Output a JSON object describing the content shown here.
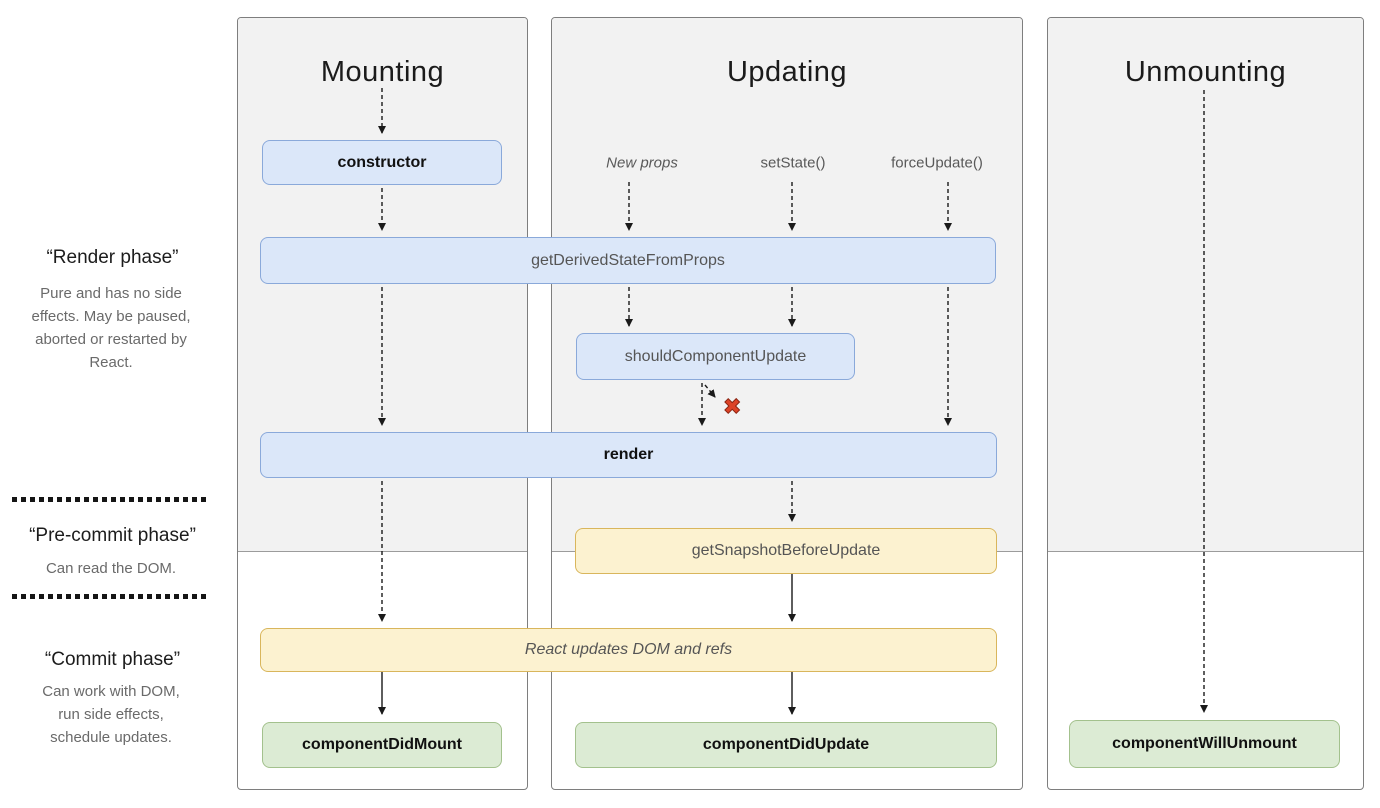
{
  "sidebar": {
    "render_phase": {
      "title": "“Render phase”",
      "description": "Pure and has no side effects. May be paused, aborted or restarted by React."
    },
    "pre_commit_phase": {
      "title": "“Pre-commit phase”",
      "description": "Can read the DOM."
    },
    "commit_phase": {
      "title": "“Commit phase”",
      "description": "Can work with DOM, run side effects, schedule updates."
    }
  },
  "columns": {
    "mounting": {
      "title": "Mounting"
    },
    "updating": {
      "title": "Updating"
    },
    "unmounting": {
      "title": "Unmounting"
    }
  },
  "triggers": {
    "new_props": "New props",
    "set_state": "setState()",
    "force_update": "forceUpdate()"
  },
  "boxes": {
    "constructor": "constructor",
    "get_derived_state_from_props": "getDerivedStateFromProps",
    "should_component_update": "shouldComponentUpdate",
    "render": "render",
    "get_snapshot_before_update": "getSnapshotBeforeUpdate",
    "react_updates_dom": "React updates DOM and refs",
    "component_did_mount": "componentDidMount",
    "component_did_update": "componentDidUpdate",
    "component_will_unmount": "componentWillUnmount"
  },
  "icons": {
    "skip_update_icon": "✖"
  },
  "colors": {
    "render_phase_bg": "#f2f2f2",
    "lifecycle_box_blue": "#dbe7f9",
    "lifecycle_box_blue_border": "#8aa9da",
    "commit_box_yellow": "#fcf2d0",
    "commit_box_yellow_border": "#d9b65c",
    "did_box_green": "#dcebd4",
    "did_box_green_border": "#a3c18d",
    "skip_x_red": "#dc4226"
  }
}
